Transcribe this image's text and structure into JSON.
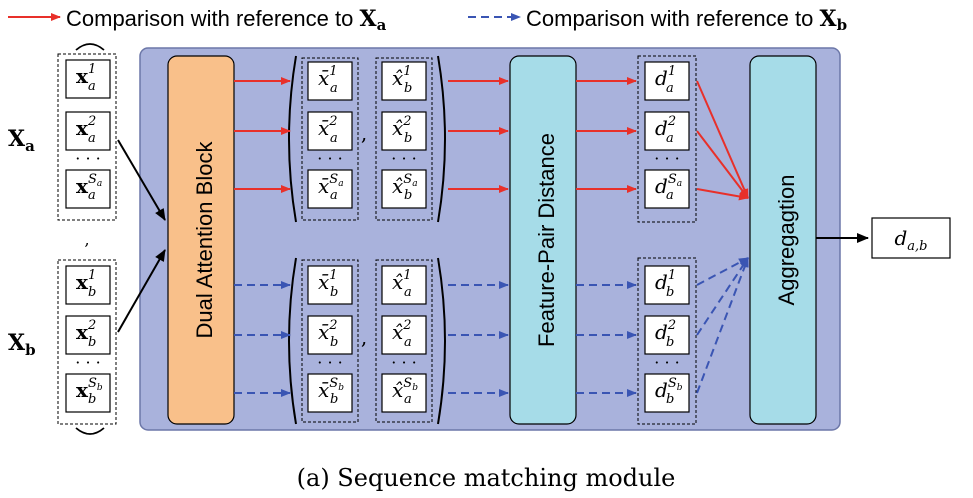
{
  "legend": {
    "red_label": "Comparison with reference to",
    "red_symbol": "X",
    "red_sub": "a",
    "blue_label": "Comparison with reference to",
    "blue_symbol": "X",
    "blue_sub": "b",
    "red_color": "#e8302a",
    "blue_color": "#3a55b3"
  },
  "inputs": {
    "xa_symbol": "X",
    "xa_sub": "a",
    "xb_symbol": "X",
    "xb_sub": "b",
    "separator": ",",
    "xa_items": [
      {
        "base": "x",
        "sub": "a",
        "sup": "1"
      },
      {
        "base": "x",
        "sub": "a",
        "sup": "2"
      },
      {
        "base": "x",
        "sub": "a",
        "sup": "S",
        "sup_sub": "a"
      }
    ],
    "xb_items": [
      {
        "base": "x",
        "sub": "b",
        "sup": "1"
      },
      {
        "base": "x",
        "sub": "b",
        "sup": "2"
      },
      {
        "base": "x",
        "sub": "b",
        "sup": "S",
        "sup_sub": "b"
      }
    ],
    "dots": "· · ·"
  },
  "blocks": {
    "dual_attention": "Dual Attention Block",
    "feature_pair": "Feature-Pair Distance",
    "aggregation": "Aggregagtion",
    "attention_color": "#f9c08a",
    "teal_color": "#a6dce8",
    "panel_color": "#a9b2dc"
  },
  "pairs": {
    "top_left": [
      {
        "base": "x̄",
        "sub": "a",
        "sup": "1"
      },
      {
        "base": "x̄",
        "sub": "a",
        "sup": "2"
      },
      {
        "base": "x̄",
        "sub": "a",
        "sup": "S",
        "sup_sub": "a"
      }
    ],
    "top_right": [
      {
        "base": "x̂",
        "sub": "b",
        "sup": "1"
      },
      {
        "base": "x̂",
        "sub": "b",
        "sup": "2"
      },
      {
        "base": "x̂",
        "sub": "b",
        "sup": "S",
        "sup_sub": "a"
      }
    ],
    "bottom_left": [
      {
        "base": "x̄",
        "sub": "b",
        "sup": "1"
      },
      {
        "base": "x̄",
        "sub": "b",
        "sup": "2"
      },
      {
        "base": "x̄",
        "sub": "b",
        "sup": "S",
        "sup_sub": "b"
      }
    ],
    "bottom_right": [
      {
        "base": "x̂",
        "sub": "a",
        "sup": "1"
      },
      {
        "base": "x̂",
        "sub": "a",
        "sup": "2"
      },
      {
        "base": "x̂",
        "sub": "a",
        "sup": "S",
        "sup_sub": "b"
      }
    ],
    "comma": ","
  },
  "distances": {
    "top": [
      {
        "base": "d",
        "sub": "a",
        "sup": "1"
      },
      {
        "base": "d",
        "sub": "a",
        "sup": "2"
      },
      {
        "base": "d",
        "sub": "a",
        "sup": "S",
        "sup_sub": "a"
      }
    ],
    "bottom": [
      {
        "base": "d",
        "sub": "b",
        "sup": "1"
      },
      {
        "base": "d",
        "sub": "b",
        "sup": "2"
      },
      {
        "base": "d",
        "sub": "b",
        "sup": "S",
        "sup_sub": "b"
      }
    ]
  },
  "output": {
    "base": "d",
    "sub": "a,b"
  },
  "caption": "(a)  Sequence matching module"
}
